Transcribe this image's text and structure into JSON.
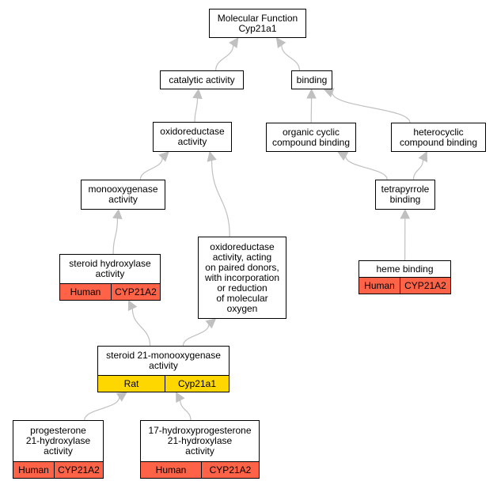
{
  "colors": {
    "edge": "#c0c0c0",
    "human": "#ff6347",
    "rat": "#ffd700"
  },
  "nodes": {
    "mf": {
      "label": "Molecular Function\nCyp21a1"
    },
    "catalytic": {
      "label": "catalytic activity"
    },
    "binding": {
      "label": "binding"
    },
    "oxido": {
      "label": "oxidoreductase\nactivity"
    },
    "organic": {
      "label": "organic cyclic\ncompound binding"
    },
    "hetero": {
      "label": "heterocyclic\ncompound binding"
    },
    "mono": {
      "label": "monooxygenase\nactivity"
    },
    "tetra": {
      "label": "tetrapyrrole\nbinding"
    },
    "oxpaired": {
      "label": "oxidoreductase\nactivity, acting\non paired donors,\nwith incorporation\nor reduction\nof molecular\noxygen"
    },
    "steroidhyd": {
      "label": "steroid hydroxylase\nactivity",
      "species": "Human",
      "gene": "CYP21A2"
    },
    "heme": {
      "label": "heme binding",
      "species": "Human",
      "gene": "CYP21A2"
    },
    "s21": {
      "label": "steroid 21-monooxygenase\nactivity",
      "species": "Rat",
      "gene": "Cyp21a1"
    },
    "prog": {
      "label": "progesterone\n21-hydroxylase\nactivity",
      "species": "Human",
      "gene": "CYP21A2"
    },
    "hprog": {
      "label": "17-hydroxyprogesterone\n21-hydroxylase\nactivity",
      "species": "Human",
      "gene": "CYP21A2"
    }
  },
  "edges": [
    [
      "catalytic",
      "mf"
    ],
    [
      "binding",
      "mf"
    ],
    [
      "oxido",
      "catalytic"
    ],
    [
      "organic",
      "binding"
    ],
    [
      "hetero",
      "binding"
    ],
    [
      "mono",
      "oxido"
    ],
    [
      "oxpaired",
      "oxido"
    ],
    [
      "tetra",
      "organic"
    ],
    [
      "tetra",
      "hetero"
    ],
    [
      "steroidhyd",
      "mono"
    ],
    [
      "heme",
      "tetra"
    ],
    [
      "s21",
      "steroidhyd"
    ],
    [
      "s21",
      "oxpaired"
    ],
    [
      "prog",
      "s21"
    ],
    [
      "hprog",
      "s21"
    ]
  ]
}
